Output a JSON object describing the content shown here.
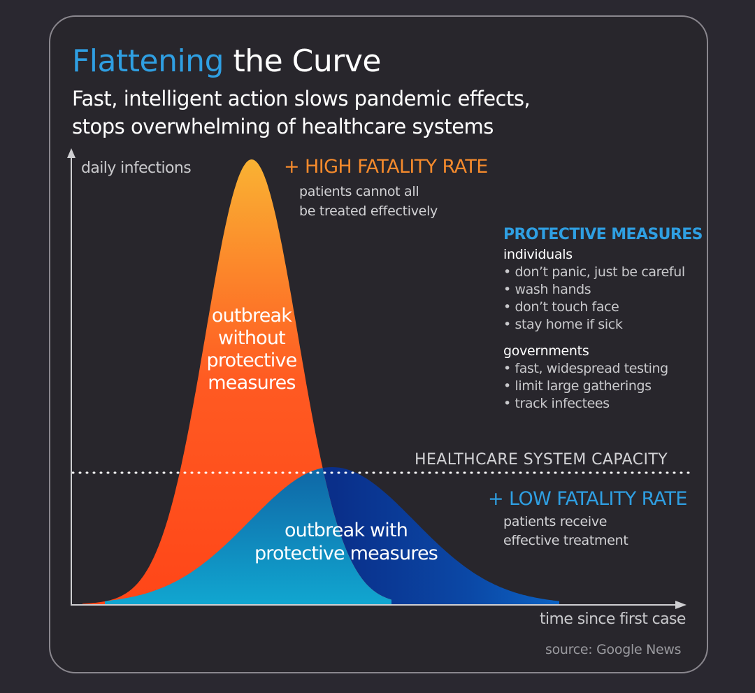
{
  "header": {
    "title_highlight": "Flattening",
    "title_rest": " the Curve",
    "subtitle": "Fast, intelligent action slows pandemic effects,\nstops overwhelming of healthcare systems"
  },
  "axes": {
    "y_label": "daily infections",
    "x_label": "time since first case"
  },
  "curves": {
    "orange_label": "outbreak\nwithout\nprotective\nmeasures",
    "blue_label": "outbreak with\nprotective measures"
  },
  "annotations": {
    "high_title": "+ HIGH FATALITY RATE",
    "high_desc": "patients cannot all\nbe treated effectively",
    "capacity": "HEALTHCARE SYSTEM CAPACITY",
    "low_title": "+ LOW FATALITY RATE",
    "low_desc": "patients receive\neffective treatment"
  },
  "measures": {
    "title": "PROTECTIVE MEASURES",
    "groups": [
      {
        "title": "individuals",
        "items": [
          "• don’t panic, just be careful",
          "• wash hands",
          "• don’t touch face",
          "• stay home if sick"
        ]
      },
      {
        "title": "governments",
        "items": [
          "• fast, widespread testing",
          "• limit large gatherings",
          "• track infectees"
        ]
      }
    ]
  },
  "source": "source: Google News",
  "colors": {
    "background": "#2a2830",
    "accent_blue": "#2f9fe2",
    "accent_orange": "#f58a2c",
    "orange_top": "#f9b233",
    "orange_bottom": "#ff4d22",
    "blue_light": "#1295c4",
    "blue_dark": "#0b3e9a"
  }
}
